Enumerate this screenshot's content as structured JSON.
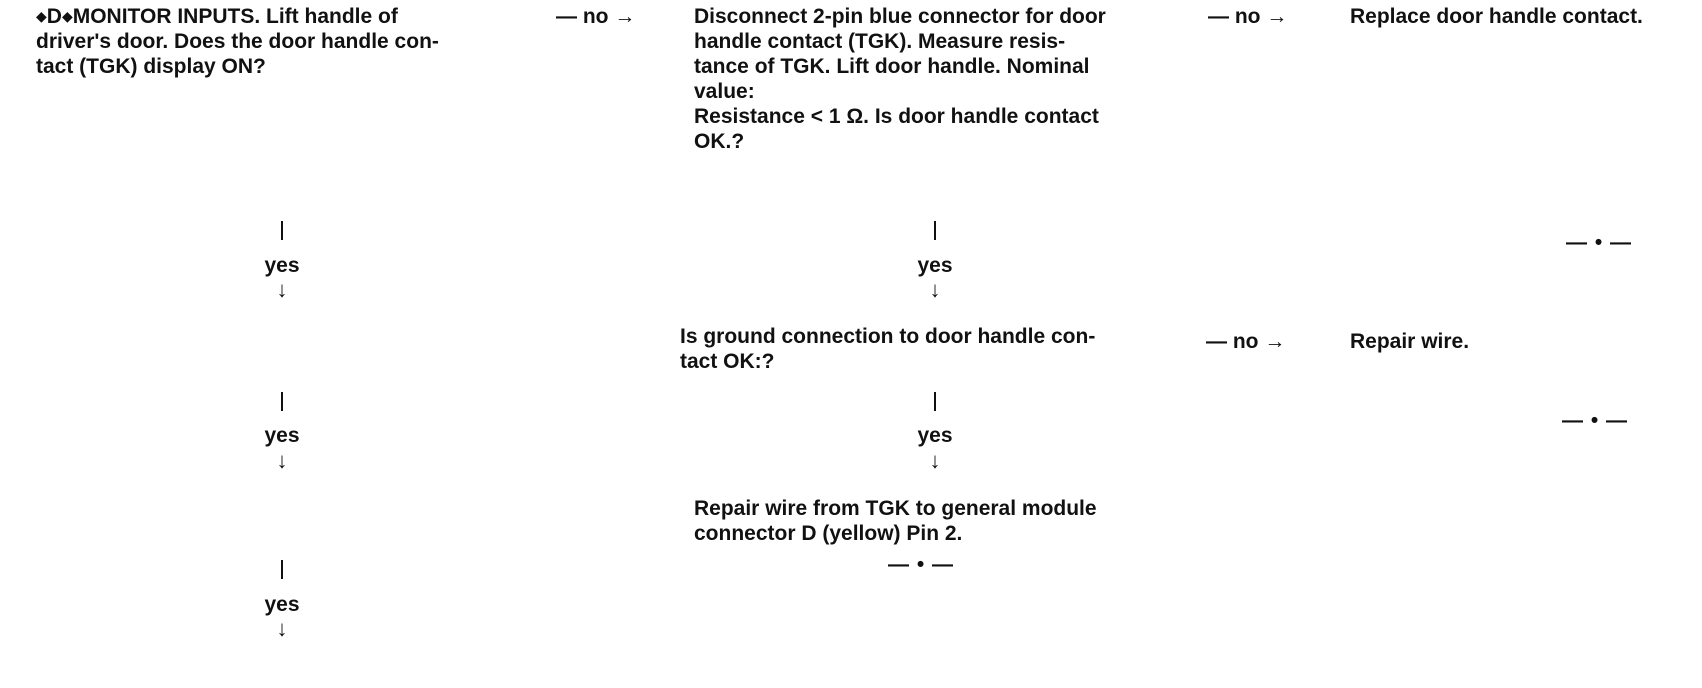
{
  "step_d": {
    "marker": "D",
    "heading": "MONITOR INPUTS.",
    "lines": [
      " Lift handle of",
      "driver's door. Does the door handle con-",
      "tact (TGK) display ON?"
    ]
  },
  "branch_no_label": "— no →",
  "yes_label": "yes",
  "down_arrow": "↓",
  "end_mark": "— • —",
  "check_tgk": {
    "lines": [
      "Disconnect 2-pin blue connector for door",
      "handle contact (TGK). Measure resis-",
      "tance of TGK. Lift door handle. Nominal",
      "value:",
      "Resistance  < 1 Ω. Is door handle contact",
      "OK.?"
    ]
  },
  "replace_contact": "Replace door handle contact.",
  "ground_check": {
    "lines": [
      "Is ground connection to door handle con-",
      "tact OK:?"
    ]
  },
  "repair_wire": "Repair wire.",
  "repair_wire_tgk": {
    "lines": [
      "Repair wire from TGK to general module",
      "connector D (yellow) Pin 2."
    ]
  }
}
